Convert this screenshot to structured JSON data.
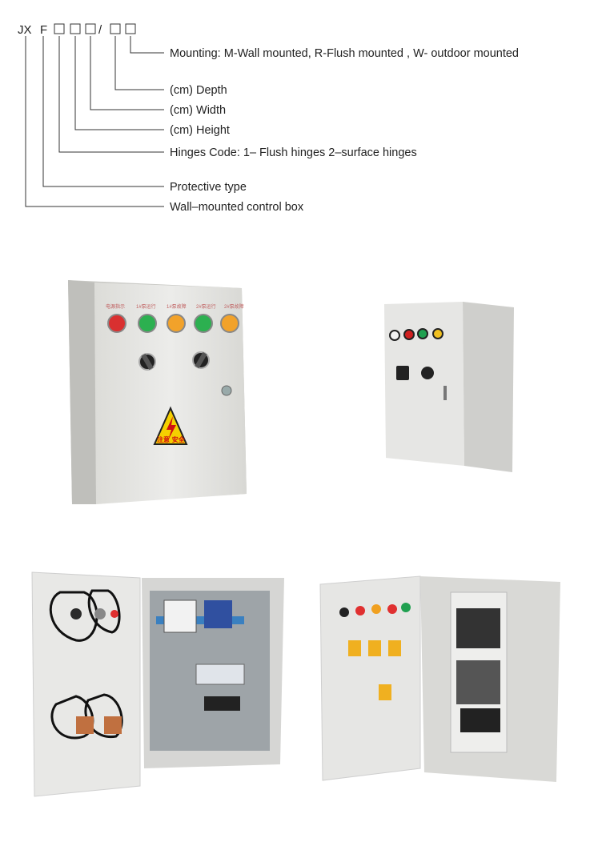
{
  "code": {
    "prefix": "JX",
    "letter": "F",
    "slash": "/"
  },
  "legend": {
    "mounting": "Mounting: M-Wall mounted, R-Flush mounted , W- outdoor mounted",
    "depth": "(cm) Depth",
    "width": "(cm) Width",
    "height": "(cm) Height",
    "hinges": "Hinges Code: 1– Flush hinges   2–surface hinges",
    "protective": "Protective type",
    "wall_mounted": "Wall–mounted control box"
  },
  "photos": {
    "box1_warning_text": "注意 安全",
    "indicator_colors": [
      "#e03030",
      "#22b04a",
      "#f0a020",
      "#22b04a",
      "#f0a020"
    ],
    "accent": "#d01010"
  }
}
